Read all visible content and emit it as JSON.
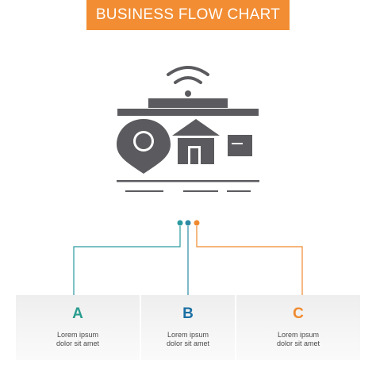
{
  "title": "BUSINESS FLOW CHART",
  "colors": {
    "banner": "#f28d33",
    "icon": "#5b5b5f",
    "a": "#2a9d8f",
    "b": "#1a6fa3",
    "c": "#ef8a2f",
    "connector_a": "#2b9aa0",
    "connector_b": "#2d8aa5",
    "connector_c": "#ef8a2f"
  },
  "icon_name": "location-home-wifi-icon",
  "steps": [
    {
      "letter": "A",
      "line1": "Lorem ipsum",
      "line2": "dolor sit amet"
    },
    {
      "letter": "B",
      "line1": "Lorem ipsum",
      "line2": "dolor sit amet"
    },
    {
      "letter": "C",
      "line1": "Lorem ipsum",
      "line2": "dolor sit amet"
    }
  ]
}
